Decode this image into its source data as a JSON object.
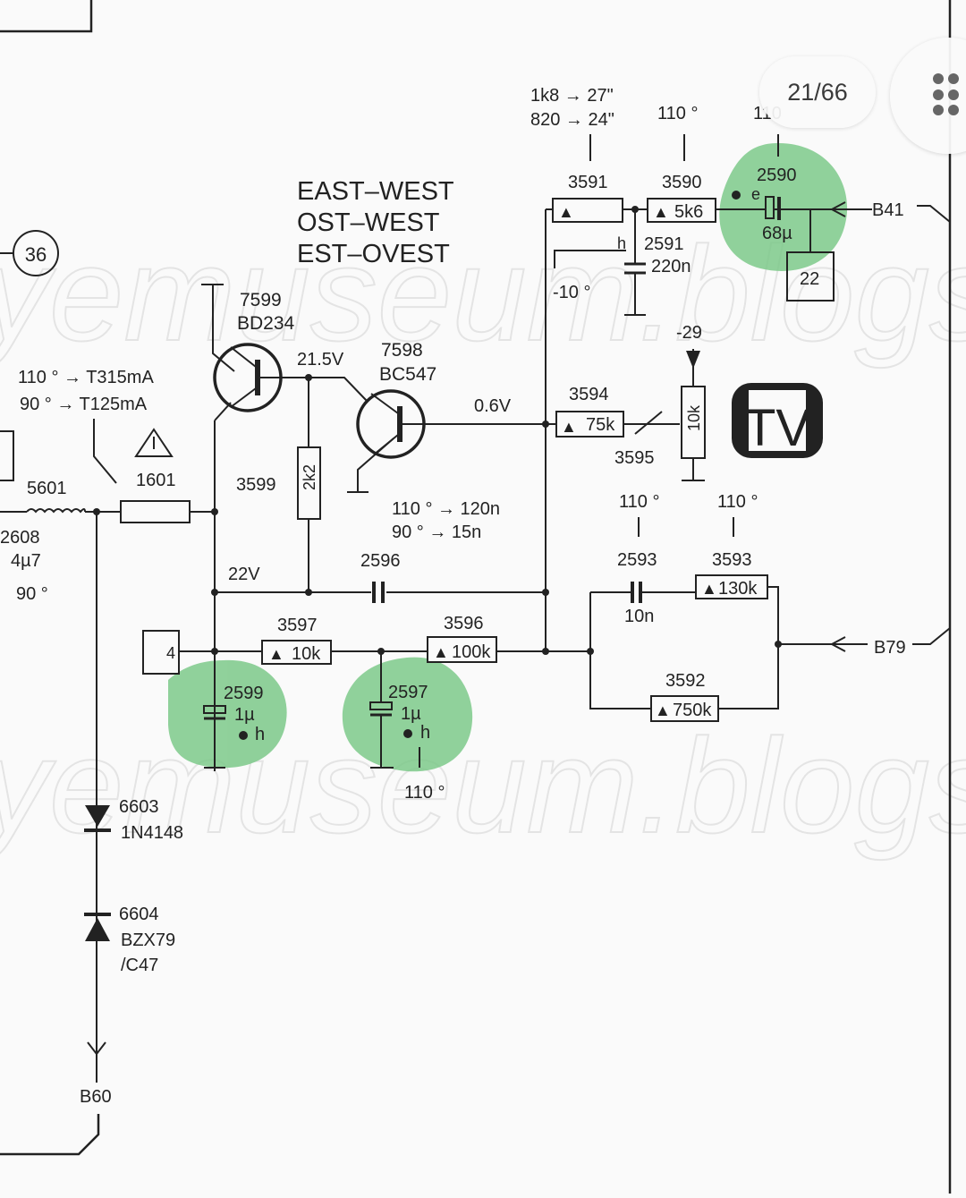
{
  "viewer": {
    "page_counter": "21/66",
    "current_page": 21,
    "total_pages": 66,
    "grip_icon": "drag-handle-icon",
    "highlight_color": "#7dc98a"
  },
  "watermark": {
    "line1": "yemuseum.blogspot.c",
    "line2": "yemuseum.blogspot.c"
  },
  "schematic": {
    "title_lines": [
      "EAST–WEST",
      "OST–WEST",
      "EST–OVEST"
    ],
    "connector_36": "36",
    "box_4": "4",
    "box_22": "22",
    "tv_badge": "TV",
    "top_notes": {
      "r3591_alt1": "1k8 → 27\"",
      "r3591_alt2": "820 → 24\"",
      "r3590_note": "110 °",
      "c2590_note": "110"
    },
    "fuse_notes": {
      "line1": "110 ° → T315mA",
      "line2": "90 ° → T125mA"
    },
    "c2596_notes": {
      "line1": "110 ° → 120n",
      "line2": "90 ° → 15n"
    },
    "c2591_note": "-10 °",
    "c2593_note": "110 °",
    "r3593_note": "110 °",
    "c2597_note": "110 °",
    "c2608_note": "90 °",
    "voltages": {
      "v21_5": "21.5V",
      "v22": "22V",
      "v0_6": "0.6V",
      "vm29": "-29"
    },
    "transistors": [
      {
        "ref": "7599",
        "type": "BD234"
      },
      {
        "ref": "7598",
        "type": "BC547"
      }
    ],
    "resistors": [
      {
        "ref": "3591",
        "value": ""
      },
      {
        "ref": "3590",
        "value": "5k6"
      },
      {
        "ref": "3594",
        "value": "75k"
      },
      {
        "ref": "3595",
        "value": "10k"
      },
      {
        "ref": "3599",
        "value": "2k2"
      },
      {
        "ref": "3597",
        "value": "10k"
      },
      {
        "ref": "3596",
        "value": "100k"
      },
      {
        "ref": "3593",
        "value": "130k"
      },
      {
        "ref": "3592",
        "value": "750k"
      }
    ],
    "capacitors": [
      {
        "ref": "2590",
        "value": "68µ",
        "mark": "e"
      },
      {
        "ref": "2591",
        "value": "220n",
        "mark": "h"
      },
      {
        "ref": "2596",
        "value": ""
      },
      {
        "ref": "2593",
        "value": "10n"
      },
      {
        "ref": "2599",
        "value": "1µ",
        "mark": "h"
      },
      {
        "ref": "2597",
        "value": "1µ",
        "mark": "h"
      },
      {
        "ref": "2608",
        "value": "4µ7"
      }
    ],
    "coil": {
      "ref": "5601"
    },
    "fuse": {
      "ref": "1601"
    },
    "diodes": [
      {
        "ref": "6603",
        "type": "1N4148"
      },
      {
        "ref": "6604",
        "type": "BZX79",
        "suffix": "/C47"
      }
    ],
    "connectors": {
      "b41": "B41",
      "b79": "B79",
      "b60": "B60"
    }
  }
}
